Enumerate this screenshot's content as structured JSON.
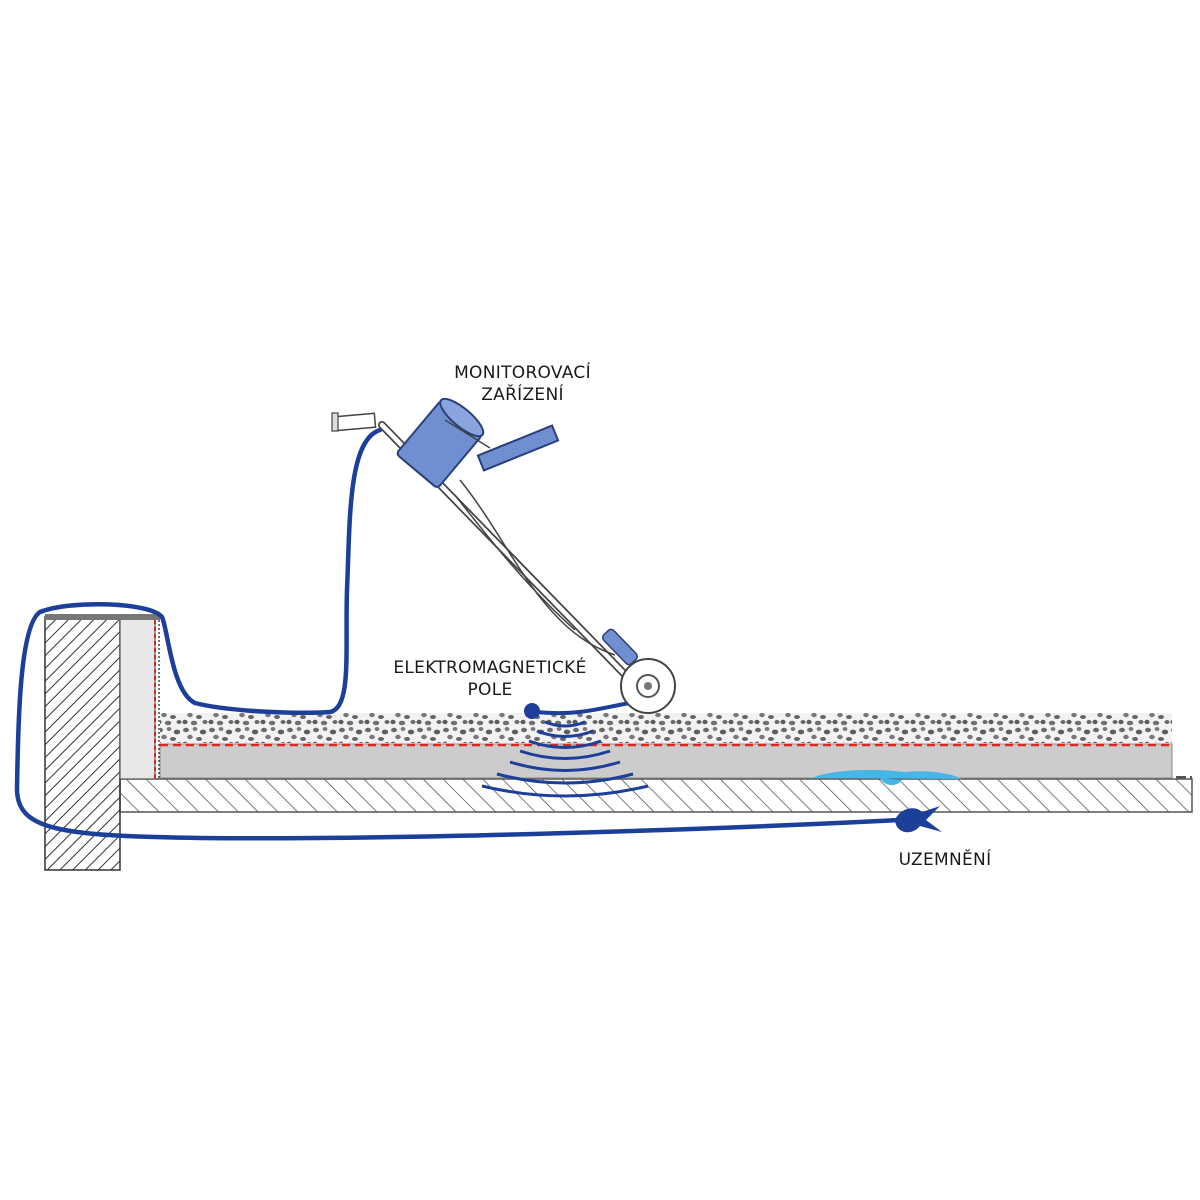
{
  "labels": {
    "monitoring_line1": "MONITOROVACÍ",
    "monitoring_line2": "ZAŘÍZENÍ",
    "em_field_line1": "ELEKTROMAGNETICKÉ",
    "em_field_line2": "POLE",
    "grounding": "UZEMNĚNÍ"
  },
  "colors": {
    "cable": "#1c3f9a",
    "device_body": "#6f8fd1",
    "device_outline": "#2a3f7a",
    "leak_water": "#45b6e6",
    "membrane_dash": "#d9281f",
    "gravel": "#6a6a6a",
    "concrete_slab": "#cccccc",
    "hatch": "#444444"
  }
}
